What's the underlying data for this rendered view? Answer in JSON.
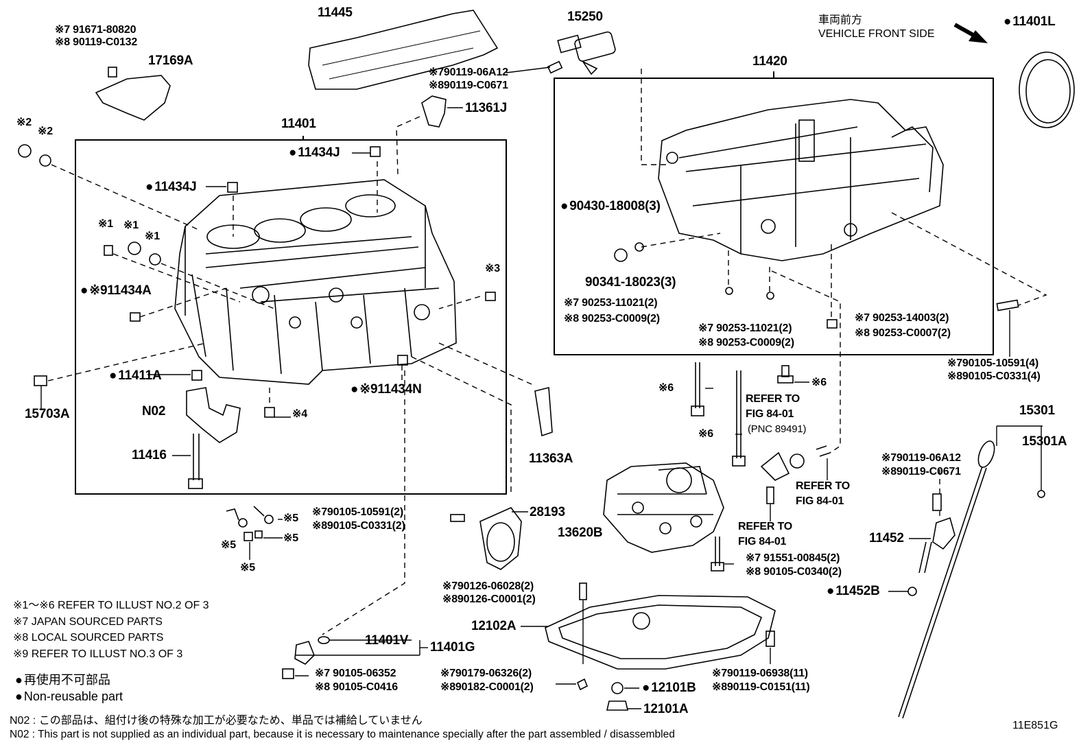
{
  "direction": {
    "jp": "車両前方",
    "en": "VEHICLE FRONT SIDE"
  },
  "drawing_code": "11E851G",
  "part_labels": [
    {
      "id": "11445",
      "text": "11445"
    },
    {
      "id": "91671",
      "text": "※7 91671-80820"
    },
    {
      "id": "90119c0132",
      "text": "※8 90119-C0132"
    },
    {
      "id": "17169a",
      "text": "17169A"
    },
    {
      "id": "15250",
      "text": "15250"
    },
    {
      "id": "9011906a12a",
      "text": "※790119-06A12"
    },
    {
      "id": "90119c0671a",
      "text": "※890119-C0671"
    },
    {
      "id": "11361j",
      "text": "11361J"
    },
    {
      "id": "11401",
      "text": "11401"
    },
    {
      "id": "11420",
      "text": "11420"
    },
    {
      "id": "11401l",
      "text": "11401L"
    },
    {
      "id": "mark2a",
      "text": "※2"
    },
    {
      "id": "mark2b",
      "text": "※2"
    },
    {
      "id": "11434j_top",
      "text": "11434J"
    },
    {
      "id": "11434j_mid",
      "text": "11434J"
    },
    {
      "id": "mark1a",
      "text": "※1"
    },
    {
      "id": "mark1b",
      "text": "※1"
    },
    {
      "id": "mark1c",
      "text": "※1"
    },
    {
      "id": "11434a",
      "text": "※911434A"
    },
    {
      "id": "mark3",
      "text": "※3"
    },
    {
      "id": "90430",
      "text": "90430-18008(3)"
    },
    {
      "id": "90341",
      "text": "90341-18023(3)"
    },
    {
      "id": "90253_11021a",
      "text": "※7 90253-11021(2)"
    },
    {
      "id": "90253_c0009a",
      "text": "※8 90253-C0009(2)"
    },
    {
      "id": "90253_11021b",
      "text": "※7 90253-11021(2)"
    },
    {
      "id": "90253_c0009b",
      "text": "※8 90253-C0009(2)"
    },
    {
      "id": "90253_14003",
      "text": "※7 90253-14003(2)"
    },
    {
      "id": "90253_c0007",
      "text": "※8 90253-C0007(2)"
    },
    {
      "id": "90105_10591_4",
      "text": "※790105-10591(4)"
    },
    {
      "id": "90105_c0331_4",
      "text": "※890105-C0331(4)"
    },
    {
      "id": "15703a",
      "text": "15703A"
    },
    {
      "id": "11411a",
      "text": "11411A"
    },
    {
      "id": "11434n",
      "text": "※911434N"
    },
    {
      "id": "n02",
      "text": "N02"
    },
    {
      "id": "mark4",
      "text": "※4"
    },
    {
      "id": "mark6a",
      "text": "※6"
    },
    {
      "id": "mark6b",
      "text": "※6"
    },
    {
      "id": "mark6c",
      "text": "※6"
    },
    {
      "id": "refer1",
      "text": "REFER TO"
    },
    {
      "id": "refer1b",
      "text": "FIG 84-01"
    },
    {
      "id": "refer1c",
      "text": "(PNC 89491)"
    },
    {
      "id": "15301",
      "text": "15301"
    },
    {
      "id": "15301a",
      "text": "15301A"
    },
    {
      "id": "11416",
      "text": "11416"
    },
    {
      "id": "11363a",
      "text": "11363A"
    },
    {
      "id": "refer2",
      "text": "REFER TO"
    },
    {
      "id": "refer2b",
      "text": "FIG 84-01"
    },
    {
      "id": "9011906a12b",
      "text": "※790119-06A12"
    },
    {
      "id": "90119c0671b",
      "text": "※890119-C0671"
    },
    {
      "id": "mark5a",
      "text": "※5"
    },
    {
      "id": "mark5b",
      "text": "※5"
    },
    {
      "id": "mark5c",
      "text": "※5"
    },
    {
      "id": "mark5d",
      "text": "※5"
    },
    {
      "id": "90105_10591_2",
      "text": "※790105-10591(2)"
    },
    {
      "id": "90105_c0331_2",
      "text": "※890105-C0331(2)"
    },
    {
      "id": "28193",
      "text": "28193"
    },
    {
      "id": "13620b",
      "text": "13620B"
    },
    {
      "id": "refer3",
      "text": "REFER TO"
    },
    {
      "id": "refer3b",
      "text": "FIG 84-01"
    },
    {
      "id": "91551",
      "text": "※7 91551-00845(2)"
    },
    {
      "id": "90105_c0340",
      "text": "※8 90105-C0340(2)"
    },
    {
      "id": "11452",
      "text": "11452"
    },
    {
      "id": "11452b",
      "text": "11452B"
    },
    {
      "id": "90126_06028",
      "text": "※790126-06028(2)"
    },
    {
      "id": "90126_c0001",
      "text": "※890126-C0001(2)"
    },
    {
      "id": "12102a",
      "text": "12102A"
    },
    {
      "id": "11401v",
      "text": "11401V"
    },
    {
      "id": "11401g",
      "text": "11401G"
    },
    {
      "id": "90105_06352",
      "text": "※7 90105-06352"
    },
    {
      "id": "90105_c0416",
      "text": "※8 90105-C0416"
    },
    {
      "id": "90179",
      "text": "※790179-06326(2)"
    },
    {
      "id": "90182",
      "text": "※890182-C0001(2)"
    },
    {
      "id": "12101b",
      "text": "12101B"
    },
    {
      "id": "12101a",
      "text": "12101A"
    },
    {
      "id": "90119_06938",
      "text": "※790119-06938(11)"
    },
    {
      "id": "90119_c0151",
      "text": "※890119-C0151(11)"
    }
  ],
  "notes": {
    "n1": "※1～※6  REFER TO ILLUST NO.2 OF 3",
    "n7": "※7 JAPAN SOURCED PARTS",
    "n8": "※8 LOCAL SOURCED PARTS",
    "n9": "※9 REFER TO ILLUST NO.3 OF 3",
    "nonreuse_jp": "再使用不可部品",
    "nonreuse_en": "Non-reusable part",
    "n02_jp": "N02 : この部品は、組付け後の特殊な加工が必要なため、単品では補給していません",
    "n02_en": "N02 : This part is not supplied as an individual part, because it is necessary to maintenance specially after the part assembled / disassembled"
  }
}
